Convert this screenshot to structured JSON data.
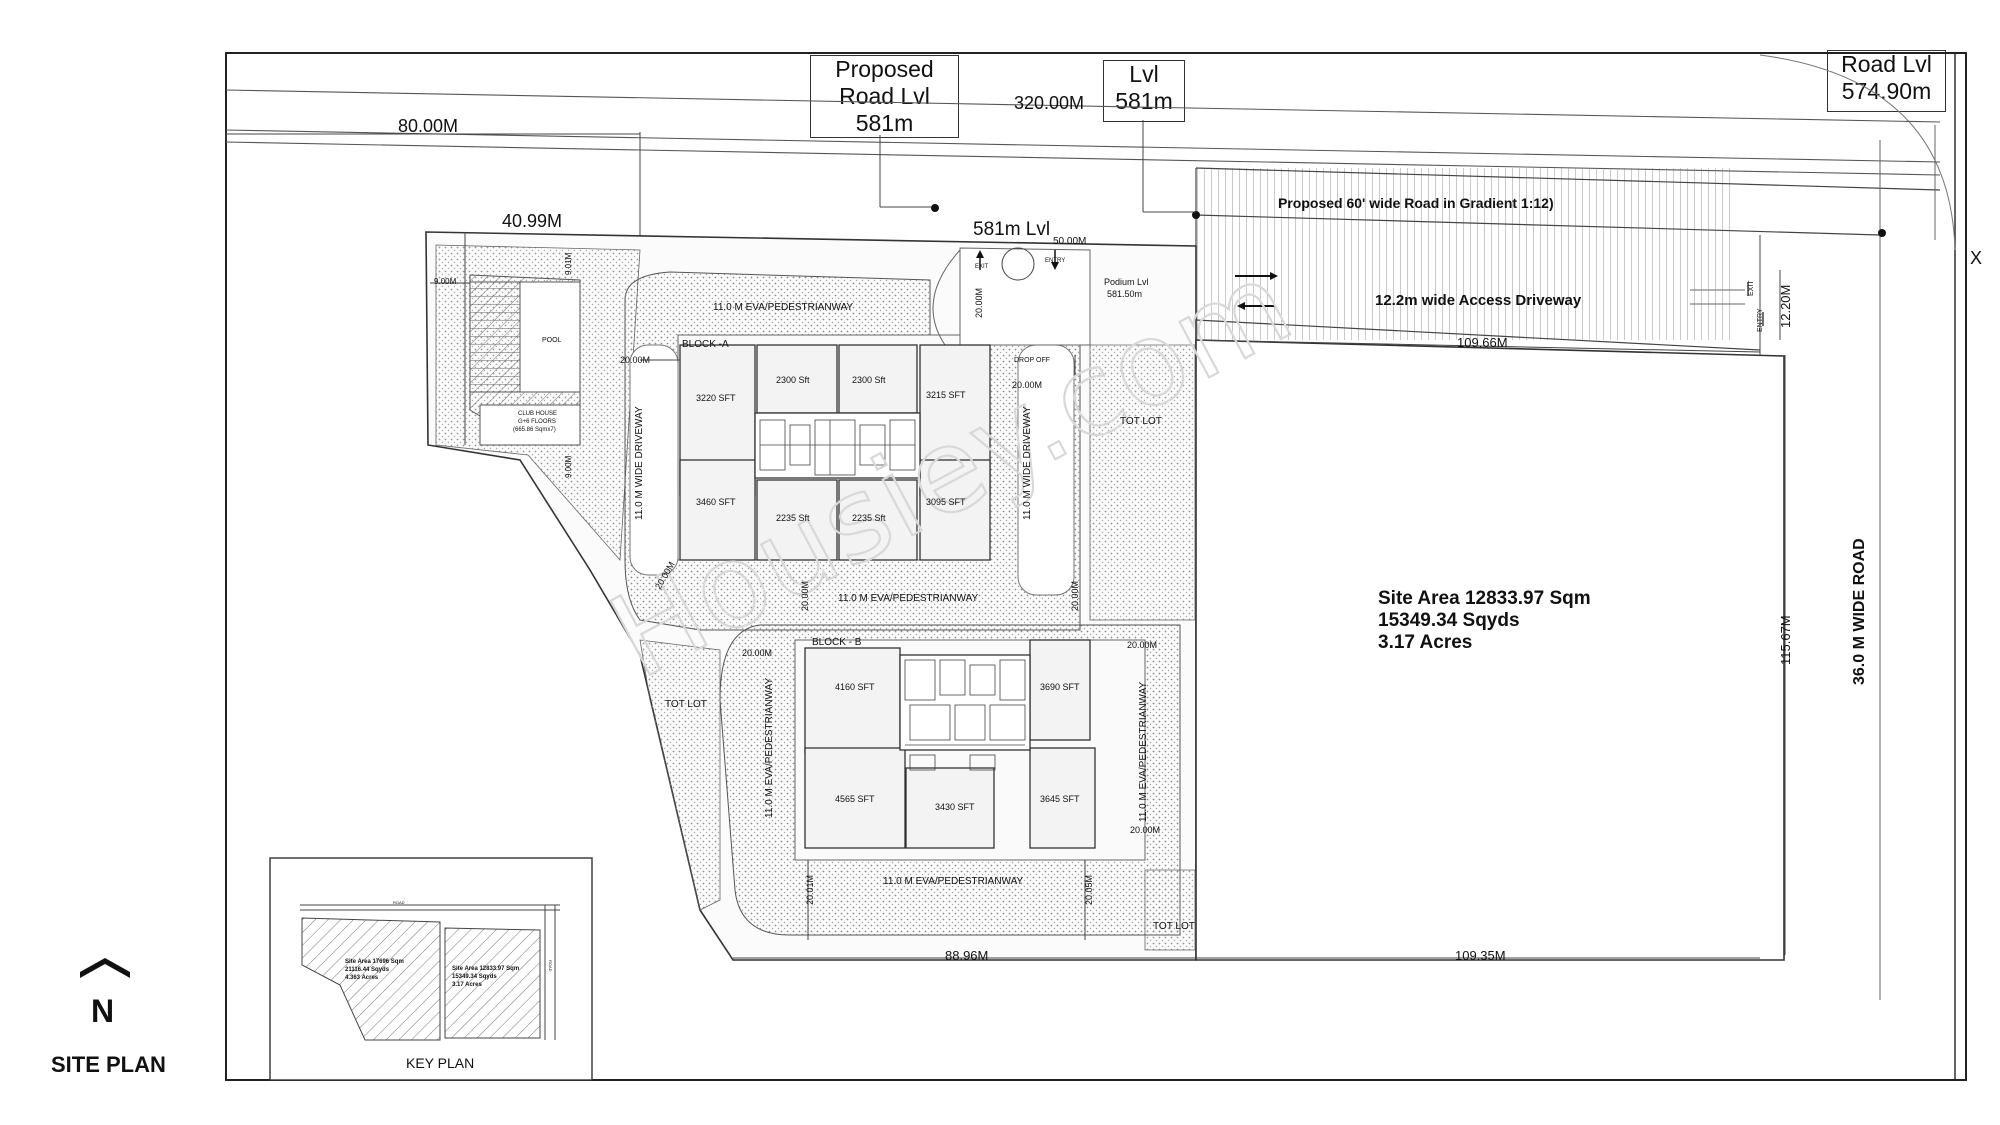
{
  "labels": {
    "proposed_road_lvl": [
      "Proposed",
      "Road Lvl",
      "581m"
    ],
    "lvl": [
      "Lvl",
      "581m"
    ],
    "road_lvl": [
      "Road Lvl",
      "574.90m"
    ],
    "lvl_581_note": "581m Lvl",
    "proposed_road": "Proposed 60' wide Road in Gradient 1:12)",
    "access_driveway": "12.2m wide Access Driveway",
    "wide_road": "36.0 M WIDE ROAD",
    "podium": [
      "Podium Lvl",
      "581.50m"
    ],
    "exit": "EXIT",
    "entry": "ENTRY",
    "drop_off": "DROP OFF",
    "pool": "POOL",
    "club_house": [
      "CLUB HOUSE",
      "G+6 FLOORS",
      "(665.86 Sqmx7)"
    ],
    "eva_top": "11.0 M EVA/PEDESTRIANWAY",
    "eva_mid": "11.0 M EVA/PEDESTRIANWAY",
    "eva_bottom": "11.0 M EVA/PEDESTRIANWAY",
    "eva_left_b": "11.0 M EVA/PEDESTRIANWAY",
    "eva_right_b": "11.0 M EVA/PEDESTRIANWAY",
    "driveway_left": "11.0 M WIDE DRIVEWAY",
    "driveway_right": "11.0 M WIDE DRIVEWAY",
    "block_a": "BLOCK -A",
    "block_b": "BLOCK - B",
    "tot_lot_1": "TOT LOT",
    "tot_lot_2": "TOT LOT",
    "tot_lot_3": "TOT LOT",
    "site_area": [
      "Site Area 12833.97 Sqm",
      "15349.34 Sqyds",
      "3.17 Acres"
    ],
    "north": "N",
    "site_plan": "SITE PLAN",
    "key_plan": "KEY PLAN",
    "key_area_1": [
      "Site Area 17696 Sqm",
      "21116.44 Sqyds",
      "4.363 Acres"
    ],
    "key_area_2": [
      "Site Area 12833.97 Sqm",
      "15349.34 Sqyds",
      "3.17 Acres"
    ],
    "key_road_top": "ROAD",
    "key_road_side": "ROAD",
    "watermark": "Housiey.com",
    "x_mark": "X"
  },
  "units_a": [
    "3220 SFT",
    "2300 Sft",
    "2300 Sft",
    "3215 SFT",
    "3460 SFT",
    "2235 Sft",
    "2235 Sft",
    "3095 SFT"
  ],
  "units_b": [
    "4160 SFT",
    "3690 SFT",
    "4565 SFT",
    "3430 SFT",
    "3645 SFT"
  ],
  "dimensions": {
    "d80": "80.00M",
    "d320": "320.00M",
    "d4099": "40.99M",
    "d901": "9.01M",
    "d900a": "9.00M",
    "d900b": "9.00M",
    "d50": "50.00M",
    "d20_podium": "20.00M",
    "d20_a_left": "20.00M",
    "d20_a_right": "20.00M",
    "d20_diag": "20.00M",
    "d20_mid1": "20.00M",
    "d20_mid2": "20.00M",
    "d20_b_left": "20.00M",
    "d20_b_right": "20.00M",
    "d20_b_right2": "20.00M",
    "d2001": "20.01M",
    "d2005": "20.05M",
    "d10966": "109.66M",
    "d1220": "12.20M",
    "d11567": "115.67M",
    "d8896": "88.96M",
    "d10935": "109.35M"
  }
}
